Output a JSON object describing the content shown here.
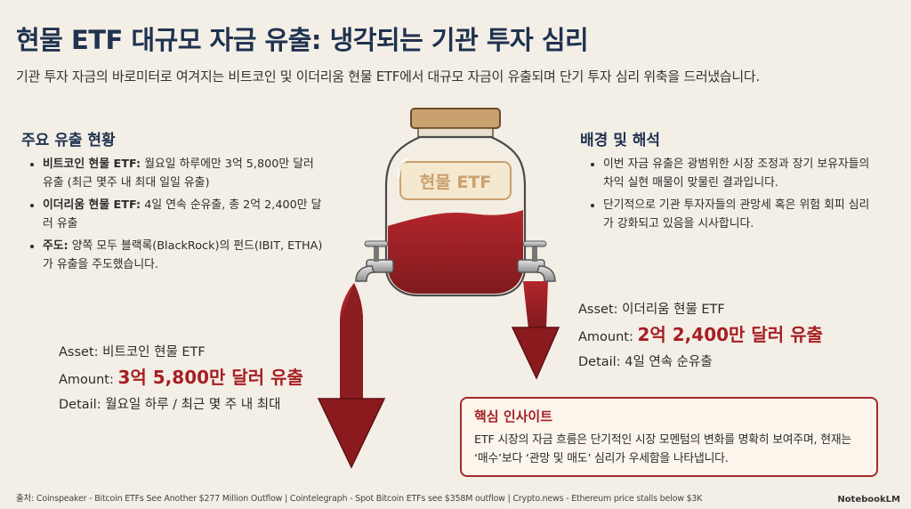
{
  "title": "현물 ETF 대규모 자금 유출: 냉각되는 기관 투자 심리",
  "subtitle": "기관 투자 자금의 바로미터로 여겨지는 비트코인 및 이더리움 현물 ETF에서 대규모 자금이 유출되며 단기 투자 심리 위축을 드러냈습니다.",
  "left": {
    "heading": "주요 유출 현황",
    "items": [
      {
        "label": "비트코인 현물 ETF:",
        "text": " 월요일 하루에만 3억 5,800만 달러 유출 (최근 몇주 내 최대 일일 유출)"
      },
      {
        "label": "이더리움 현물 ETF:",
        "text": " 4일 연속 순유출, 총 2억 2,400만 달러 유출"
      },
      {
        "label": "주도:",
        "text": " 양쪽 모두 블랙록(BlackRock)의 펀드(IBIT, ETHA)가 유출을 주도했습니다."
      }
    ]
  },
  "right": {
    "heading": "배경 및 해석",
    "items": [
      {
        "text": "이번 자금 유출은 광범위한 시장 조정과 장기 보유자들의 차익 실현 매물이 맞물린 결과입니다."
      },
      {
        "text": "단기적으로 기관 투자자들의 관망세 혹은 위험 회피 심리가 강화되고 있음을 시사합니다."
      }
    ]
  },
  "jar": {
    "label": "현물 ETF"
  },
  "btc": {
    "asset_prefix": "Asset:",
    "asset": "비트코인 현물 ETF",
    "amount_prefix": "Amount:",
    "amount": "3억 5,800만 달러 유출",
    "detail_prefix": "Detail:",
    "detail": "월요일 하루 / 최근 몇 주 내 최대"
  },
  "eth": {
    "asset_prefix": "Asset:",
    "asset": "이더리움 현물 ETF",
    "amount_prefix": "Amount:",
    "amount": "2억 2,400만 달러 유출",
    "detail_prefix": "Detail:",
    "detail": "4일 연속 순유출"
  },
  "insight": {
    "heading": "핵심 인사이트",
    "body": "ETF 시장의 자금 흐름은 단기적인 시장 모멘텀의 변화를 명확히 보여주며, 현재는 ‘매수’보다 ‘관망 및 매도’ 심리가 우세함을 나타냅니다."
  },
  "footer": "출처: Coinspeaker - Bitcoin ETFs See Another $277 Million Outflow | Cointelegraph - Spot Bitcoin ETFs see $358M outflow | Crypto.news - Ethereum price stalls below $3K",
  "brand": "NotebookLM",
  "colors": {
    "accent": "#a51f24",
    "navy": "#1f3250",
    "background": "#f4efe6",
    "liquid": "#9b2226"
  }
}
